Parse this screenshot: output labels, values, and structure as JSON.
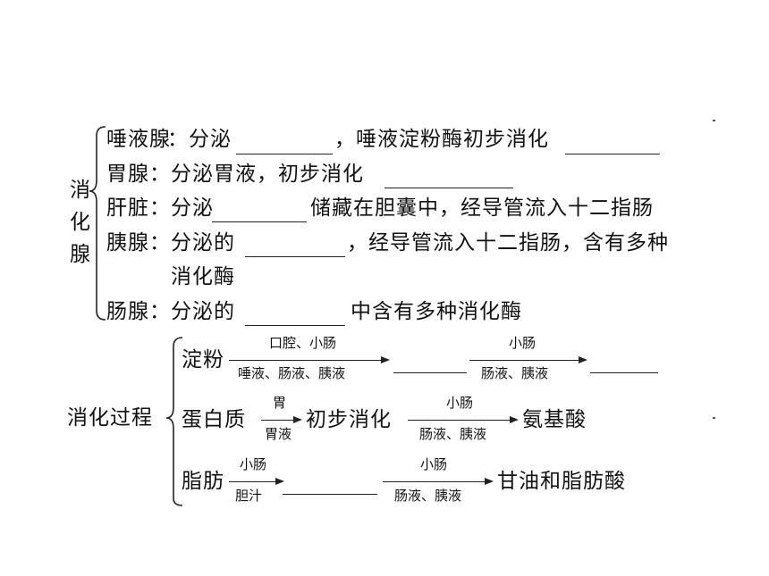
{
  "glands": {
    "side_label": [
      "消",
      "化",
      "腺"
    ],
    "salivary": {
      "name": "唾液腺",
      "secretes": "：分泌",
      "rest": "，唾液淀粉酶初步消化"
    },
    "gastric": {
      "name": "胃腺",
      "text": "：分泌胃液，初步消化"
    },
    "liver": {
      "name": "肝脏",
      "secretes": "：分泌",
      "rest": "储藏在胆囊中，经导管流入十二指肠"
    },
    "pancreas": {
      "name": "胰腺",
      "secretes": "：分泌的",
      "rest": "，经导管流入十二指肠，含有多种",
      "line2": "消化酶"
    },
    "intestinal": {
      "name": "肠腺",
      "secretes": "：分泌的",
      "rest": "中含有多种消化酶"
    }
  },
  "process": {
    "label": "消化过程",
    "starch": {
      "name": "淀粉",
      "arrow1_top": "口腔、小肠",
      "arrow1_bottom": "唾液、肠液、胰液",
      "arrow2_top": "小肠",
      "arrow2_bottom": "肠液、胰液"
    },
    "protein": {
      "name": "蛋白质",
      "arrow1_top": "胃",
      "arrow1_bottom": "胃液",
      "middle": "初步消化",
      "arrow2_top": "小肠",
      "arrow2_bottom": "肠液、胰液",
      "product": "氨基酸"
    },
    "fat": {
      "name": "脂肪",
      "arrow1_top": "小肠",
      "arrow1_bottom": "胆汁",
      "arrow2_top": "小肠",
      "arrow2_bottom": "肠液、胰液",
      "product": "甘油和脂肪酸"
    }
  }
}
